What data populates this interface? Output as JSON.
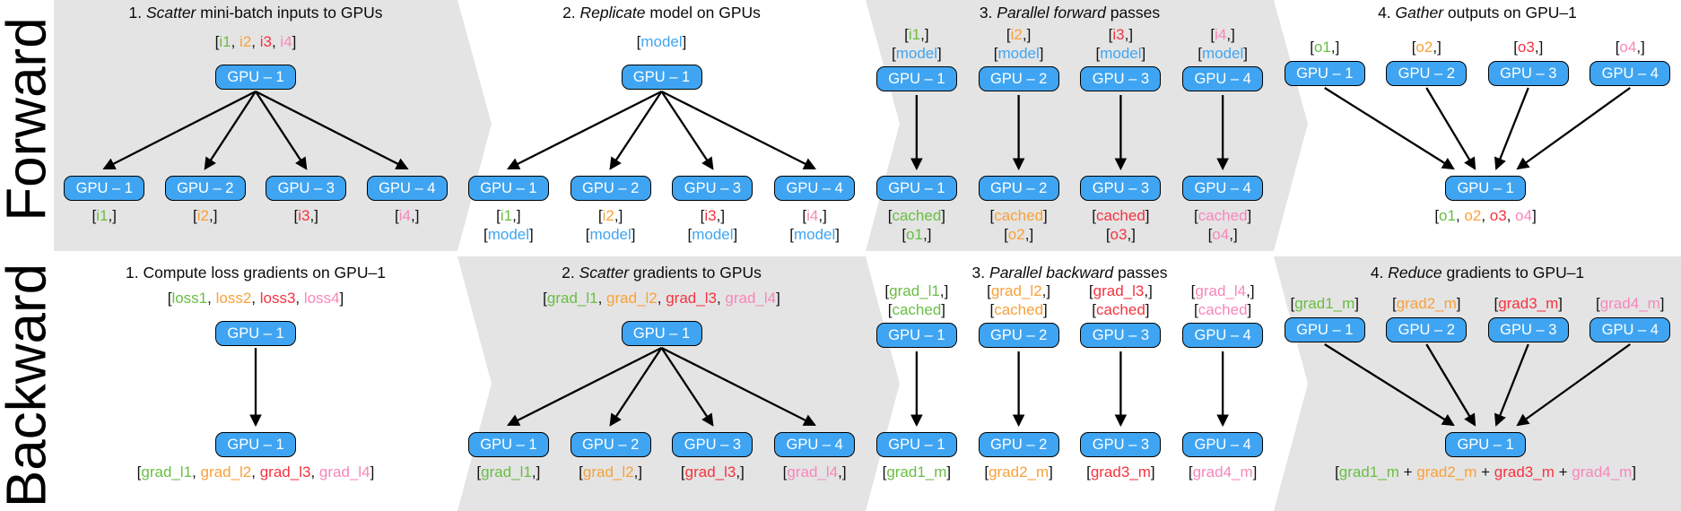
{
  "colors": {
    "green": "#69BE43",
    "orange": "#F9A13A",
    "red": "#F5333F",
    "pink": "#F887B9",
    "blue": "#3FA5F2",
    "box_fill": "#3FA5F2",
    "panel_gray": "#E4E4E4"
  },
  "rows": [
    {
      "label": "Forward",
      "panels": [
        {
          "type": "scatter",
          "title": [
            {
              "t": "1. "
            },
            {
              "t": "Scatter",
              "i": true
            },
            {
              "t": " mini-batch inputs to GPUs"
            }
          ],
          "top_label": [
            [
              "[",
              {
                "t": "i1",
                "c": "green"
              },
              ", ",
              {
                "t": "i2",
                "c": "orange"
              },
              ", ",
              {
                "t": "i3",
                "c": "red"
              },
              ", ",
              {
                "t": "i4",
                "c": "pink"
              },
              "]"
            ]
          ],
          "top_box": "GPU – 1",
          "columns": [
            {
              "box": "GPU – 1",
              "below": [
                [
                  "[",
                  {
                    "t": "i1",
                    "c": "green"
                  },
                  ",]"
                ]
              ]
            },
            {
              "box": "GPU – 2",
              "below": [
                [
                  "[",
                  {
                    "t": "i2",
                    "c": "orange"
                  },
                  ",]"
                ]
              ]
            },
            {
              "box": "GPU – 3",
              "below": [
                [
                  "[",
                  {
                    "t": "i3",
                    "c": "red"
                  },
                  ",]"
                ]
              ]
            },
            {
              "box": "GPU – 4",
              "below": [
                [
                  "[",
                  {
                    "t": "i4",
                    "c": "pink"
                  },
                  ",]"
                ]
              ]
            }
          ]
        },
        {
          "type": "scatter",
          "title": [
            {
              "t": "2. "
            },
            {
              "t": "Replicate",
              "i": true
            },
            {
              "t": " model on GPUs"
            }
          ],
          "top_label": [
            [
              "[",
              {
                "t": "model",
                "c": "blue"
              },
              "]"
            ]
          ],
          "top_box": "GPU – 1",
          "columns": [
            {
              "box": "GPU – 1",
              "below": [
                [
                  "[",
                  {
                    "t": "i1",
                    "c": "green"
                  },
                  ",]"
                ],
                [
                  "[",
                  {
                    "t": "model",
                    "c": "blue"
                  },
                  "]"
                ]
              ]
            },
            {
              "box": "GPU – 2",
              "below": [
                [
                  "[",
                  {
                    "t": "i2",
                    "c": "orange"
                  },
                  ",]"
                ],
                [
                  "[",
                  {
                    "t": "model",
                    "c": "blue"
                  },
                  "]"
                ]
              ]
            },
            {
              "box": "GPU – 3",
              "below": [
                [
                  "[",
                  {
                    "t": "i3",
                    "c": "red"
                  },
                  ",]"
                ],
                [
                  "[",
                  {
                    "t": "model",
                    "c": "blue"
                  },
                  "]"
                ]
              ]
            },
            {
              "box": "GPU – 4",
              "below": [
                [
                  "[",
                  {
                    "t": "i4",
                    "c": "pink"
                  },
                  ",]"
                ],
                [
                  "[",
                  {
                    "t": "model",
                    "c": "blue"
                  },
                  "]"
                ]
              ]
            }
          ]
        },
        {
          "type": "parallel",
          "title": [
            {
              "t": "3. "
            },
            {
              "t": "Parallel forward",
              "i": true
            },
            {
              "t": " passes"
            }
          ],
          "columns": [
            {
              "above": [
                [
                  "[",
                  {
                    "t": "i1",
                    "c": "green"
                  },
                  ",]"
                ],
                [
                  "[",
                  {
                    "t": "model",
                    "c": "blue"
                  },
                  "]"
                ]
              ],
              "box": "GPU – 1",
              "box2": "GPU – 1",
              "below": [
                [
                  "[",
                  {
                    "t": "cached",
                    "c": "green"
                  },
                  "]"
                ],
                [
                  "[",
                  {
                    "t": "o1",
                    "c": "green"
                  },
                  ",]"
                ]
              ]
            },
            {
              "above": [
                [
                  "[",
                  {
                    "t": "i2",
                    "c": "orange"
                  },
                  ",]"
                ],
                [
                  "[",
                  {
                    "t": "model",
                    "c": "blue"
                  },
                  "]"
                ]
              ],
              "box": "GPU – 2",
              "box2": "GPU – 2",
              "below": [
                [
                  "[",
                  {
                    "t": "cached",
                    "c": "orange"
                  },
                  "]"
                ],
                [
                  "[",
                  {
                    "t": "o2",
                    "c": "orange"
                  },
                  ",]"
                ]
              ]
            },
            {
              "above": [
                [
                  "[",
                  {
                    "t": "i3",
                    "c": "red"
                  },
                  ",]"
                ],
                [
                  "[",
                  {
                    "t": "model",
                    "c": "blue"
                  },
                  "]"
                ]
              ],
              "box": "GPU – 3",
              "box2": "GPU – 3",
              "below": [
                [
                  "[",
                  {
                    "t": "cached",
                    "c": "red"
                  },
                  "]"
                ],
                [
                  "[",
                  {
                    "t": "o3",
                    "c": "red"
                  },
                  ",]"
                ]
              ]
            },
            {
              "above": [
                [
                  "[",
                  {
                    "t": "i4",
                    "c": "pink"
                  },
                  ",]"
                ],
                [
                  "[",
                  {
                    "t": "model",
                    "c": "blue"
                  },
                  "]"
                ]
              ],
              "box": "GPU – 4",
              "box2": "GPU – 4",
              "below": [
                [
                  "[",
                  {
                    "t": "cached",
                    "c": "pink"
                  },
                  "]"
                ],
                [
                  "[",
                  {
                    "t": "o4",
                    "c": "pink"
                  },
                  ",]"
                ]
              ]
            }
          ]
        },
        {
          "type": "gather",
          "title": [
            {
              "t": "4. "
            },
            {
              "t": "Gather",
              "i": true
            },
            {
              "t": " outputs on GPU–1"
            }
          ],
          "columns": [
            {
              "above": [
                [
                  "[",
                  {
                    "t": "o1",
                    "c": "green"
                  },
                  ",]"
                ]
              ],
              "box": "GPU – 1"
            },
            {
              "above": [
                [
                  "[",
                  {
                    "t": "o2",
                    "c": "orange"
                  },
                  ",]"
                ]
              ],
              "box": "GPU – 2"
            },
            {
              "above": [
                [
                  "[",
                  {
                    "t": "o3",
                    "c": "red"
                  },
                  ",]"
                ]
              ],
              "box": "GPU – 3"
            },
            {
              "above": [
                [
                  "[",
                  {
                    "t": "o4",
                    "c": "pink"
                  },
                  ",]"
                ]
              ],
              "box": "GPU – 4"
            }
          ],
          "bottom_box": "GPU – 1",
          "bottom_label": [
            [
              "[",
              {
                "t": "o1",
                "c": "green"
              },
              ", ",
              {
                "t": "o2",
                "c": "orange"
              },
              ", ",
              {
                "t": "o3",
                "c": "red"
              },
              ", ",
              {
                "t": "o4",
                "c": "pink"
              },
              "]"
            ]
          ]
        }
      ]
    },
    {
      "label": "Backward",
      "panels": [
        {
          "type": "scatter",
          "title": [
            {
              "t": "1. Compute loss gradients on GPU–1"
            }
          ],
          "top_label": [
            [
              "[",
              {
                "t": "loss1",
                "c": "green"
              },
              ", ",
              {
                "t": "loss2",
                "c": "orange"
              },
              ", ",
              {
                "t": "loss3",
                "c": "red"
              },
              ", ",
              {
                "t": "loss4",
                "c": "pink"
              },
              "]"
            ]
          ],
          "top_box": "GPU – 1",
          "columns": [
            {
              "box": "GPU – 1",
              "below": [
                [
                  "[",
                  {
                    "t": "grad_l1",
                    "c": "green"
                  },
                  ", ",
                  {
                    "t": "grad_l2",
                    "c": "orange"
                  },
                  ", ",
                  {
                    "t": "grad_l3",
                    "c": "red"
                  },
                  ", ",
                  {
                    "t": "grad_l4",
                    "c": "pink"
                  },
                  "]"
                ]
              ]
            }
          ]
        },
        {
          "type": "scatter",
          "title": [
            {
              "t": "2. "
            },
            {
              "t": "Scatter",
              "i": true
            },
            {
              "t": " gradients to GPUs"
            }
          ],
          "top_label": [
            [
              "[",
              {
                "t": "grad_l1",
                "c": "green"
              },
              ", ",
              {
                "t": "grad_l2",
                "c": "orange"
              },
              ", ",
              {
                "t": "grad_l3",
                "c": "red"
              },
              ", ",
              {
                "t": "grad_l4",
                "c": "pink"
              },
              "]"
            ]
          ],
          "top_box": "GPU – 1",
          "columns": [
            {
              "box": "GPU – 1",
              "below": [
                [
                  "[",
                  {
                    "t": "grad_l1",
                    "c": "green"
                  },
                  ",]"
                ]
              ]
            },
            {
              "box": "GPU – 2",
              "below": [
                [
                  "[",
                  {
                    "t": "grad_l2",
                    "c": "orange"
                  },
                  ",]"
                ]
              ]
            },
            {
              "box": "GPU – 3",
              "below": [
                [
                  "[",
                  {
                    "t": "grad_l3",
                    "c": "red"
                  },
                  ",]"
                ]
              ]
            },
            {
              "box": "GPU – 4",
              "below": [
                [
                  "[",
                  {
                    "t": "grad_l4",
                    "c": "pink"
                  },
                  ",]"
                ]
              ]
            }
          ]
        },
        {
          "type": "parallel",
          "title": [
            {
              "t": "3. "
            },
            {
              "t": "Parallel backward",
              "i": true
            },
            {
              "t": " passes"
            }
          ],
          "columns": [
            {
              "above": [
                [
                  "[",
                  {
                    "t": "grad_l1",
                    "c": "green"
                  },
                  ",]"
                ],
                [
                  "[",
                  {
                    "t": "cached",
                    "c": "green"
                  },
                  "]"
                ]
              ],
              "box": "GPU – 1",
              "box2": "GPU – 1",
              "below": [
                [
                  "[",
                  {
                    "t": "grad1_m",
                    "c": "green"
                  },
                  "]"
                ]
              ]
            },
            {
              "above": [
                [
                  "[",
                  {
                    "t": "grad_l2",
                    "c": "orange"
                  },
                  ",]"
                ],
                [
                  "[",
                  {
                    "t": "cached",
                    "c": "orange"
                  },
                  "]"
                ]
              ],
              "box": "GPU – 2",
              "box2": "GPU – 2",
              "below": [
                [
                  "[",
                  {
                    "t": "grad2_m",
                    "c": "orange"
                  },
                  "]"
                ]
              ]
            },
            {
              "above": [
                [
                  "[",
                  {
                    "t": "grad_l3",
                    "c": "red"
                  },
                  ",]"
                ],
                [
                  "[",
                  {
                    "t": "cached",
                    "c": "red"
                  },
                  "]"
                ]
              ],
              "box": "GPU – 3",
              "box2": "GPU – 3",
              "below": [
                [
                  "[",
                  {
                    "t": "grad3_m",
                    "c": "red"
                  },
                  "]"
                ]
              ]
            },
            {
              "above": [
                [
                  "[",
                  {
                    "t": "grad_l4",
                    "c": "pink"
                  },
                  ",]"
                ],
                [
                  "[",
                  {
                    "t": "cached",
                    "c": "pink"
                  },
                  "]"
                ]
              ],
              "box": "GPU – 4",
              "box2": "GPU – 4",
              "below": [
                [
                  "[",
                  {
                    "t": "grad4_m",
                    "c": "pink"
                  },
                  "]"
                ]
              ]
            }
          ]
        },
        {
          "type": "gather",
          "title": [
            {
              "t": "4. "
            },
            {
              "t": "Reduce",
              "i": true
            },
            {
              "t": " gradients to GPU–1"
            }
          ],
          "columns": [
            {
              "above": [
                [
                  "[",
                  {
                    "t": "grad1_m",
                    "c": "green"
                  },
                  "]"
                ]
              ],
              "box": "GPU – 1"
            },
            {
              "above": [
                [
                  "[",
                  {
                    "t": "grad2_m",
                    "c": "orange"
                  },
                  "]"
                ]
              ],
              "box": "GPU – 2"
            },
            {
              "above": [
                [
                  "[",
                  {
                    "t": "grad3_m",
                    "c": "red"
                  },
                  "]"
                ]
              ],
              "box": "GPU – 3"
            },
            {
              "above": [
                [
                  "[",
                  {
                    "t": "grad4_m",
                    "c": "pink"
                  },
                  "]"
                ]
              ],
              "box": "GPU – 4"
            }
          ],
          "bottom_box": "GPU – 1",
          "bottom_label": [
            [
              "[",
              {
                "t": "grad1_m",
                "c": "green"
              },
              " + ",
              {
                "t": "grad2_m",
                "c": "orange"
              },
              " + ",
              {
                "t": "grad3_m",
                "c": "red"
              },
              " + ",
              {
                "t": "grad4_m",
                "c": "pink"
              },
              "]"
            ]
          ]
        }
      ]
    }
  ]
}
